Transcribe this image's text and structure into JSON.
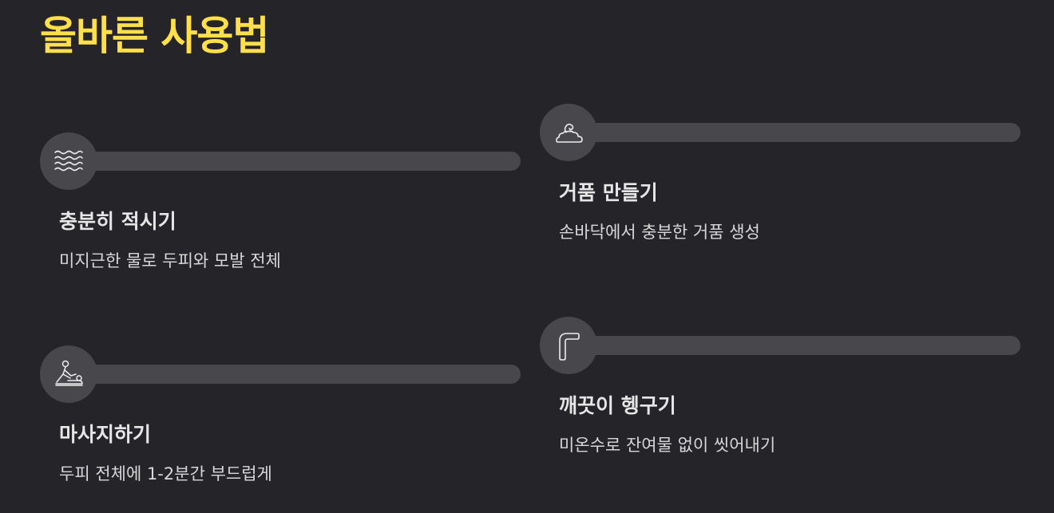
{
  "page": {
    "title": "올바른 사용법"
  },
  "steps": [
    {
      "title": "충분히 적시기",
      "description": "미지근한 물로 두피와 모발 전체",
      "icon": "water-waves-icon"
    },
    {
      "title": "거품 만들기",
      "description": "손바닥에서 충분한 거품 생성",
      "icon": "foam-icon"
    },
    {
      "title": "마사지하기",
      "description": "두피 전체에 1-2분간 부드럽게",
      "icon": "massage-icon"
    },
    {
      "title": "깨끗이 헹구기",
      "description": "미온수로 잔여물 없이 씻어내기",
      "icon": "rinse-pipe-icon"
    }
  ],
  "colors": {
    "background": "#252529",
    "accent": "#FFE04B",
    "track": "#48474C",
    "text": "#E6E6E6"
  }
}
